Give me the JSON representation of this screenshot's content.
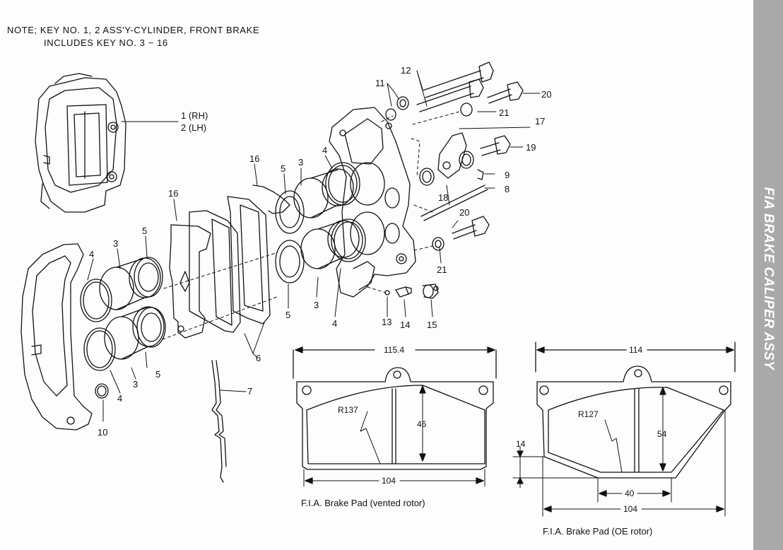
{
  "note": {
    "line1": "NOTE; KEY NO. 1, 2 ASS'Y-CYLINDER, FRONT BRAKE",
    "line2": "INCLUDES KEY NO. 3 ~ 16"
  },
  "sidebar": {
    "title": "FIA BRAKE CALIPER ASSY"
  },
  "callouts": {
    "c1": "1 (RH)",
    "c2": "2 (LH)",
    "k3": "3",
    "k4": "4",
    "k5": "5",
    "k6": "6",
    "k7": "7",
    "k8": "8",
    "k9": "9",
    "k10": "10",
    "k11": "11",
    "k12": "12",
    "k13": "13",
    "k14": "14",
    "k15": "15",
    "k16": "16",
    "k17": "17",
    "k18": "18",
    "k19": "19",
    "k20": "20",
    "k21": "21"
  },
  "pad_vented": {
    "width_top": "115.4",
    "radius": "R137",
    "height": "46",
    "width_bottom": "104",
    "caption": "F.I.A. Brake Pad (vented rotor)"
  },
  "pad_oe": {
    "width_top": "114",
    "radius": "R127",
    "height": "54",
    "edge": "14",
    "inner_width": "40",
    "width_bottom": "104",
    "caption": "F.I.A. Brake Pad (OE rotor)"
  },
  "colors": {
    "ink": "#111111",
    "sidebar": "#a9a9a9",
    "sidebar_text": "#ffffff"
  }
}
